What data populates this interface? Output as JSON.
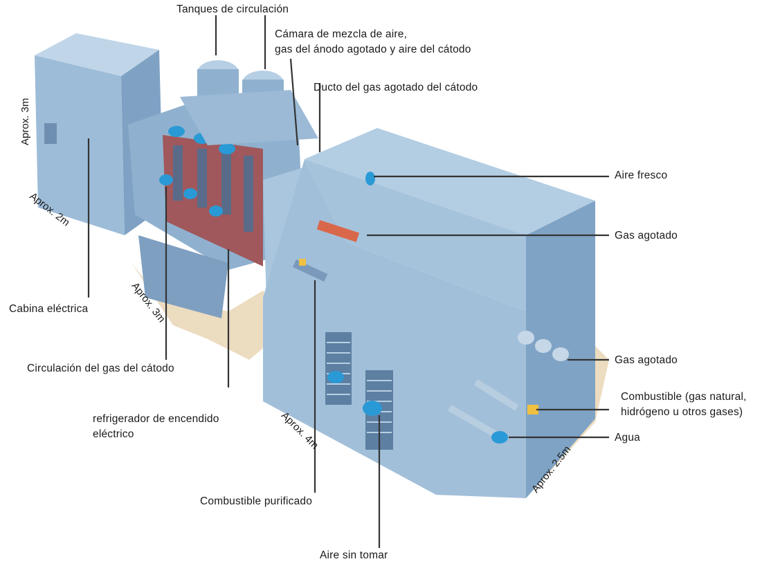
{
  "labels": {
    "tanques": "Tanques de circulación",
    "camara_line1": "Cámara de mezcla de aire,",
    "camara_line2": "gas del ánodo agotado y aire del cátodo",
    "ducto": "Ducto del gas agotado del cátodo",
    "aire_fresco": "Aire fresco",
    "gas_agotado_1": "Gas agotado",
    "gas_agotado_2": "Gas agotado",
    "combustible_line1": "Combustible (gas natural,",
    "combustible_line2": "hidrógeno u otros gases)",
    "agua": "Agua",
    "cabina": "Cabina eléctrica",
    "circulacion": "Circulación del gas del cátodo",
    "refrigerador_line1": "refrigerador de encendido",
    "refrigerador_line2": "eléctrico",
    "combustible_purificado": "Combustible purificado",
    "aire_sin_tomar": "Aire sin tomar"
  },
  "dimensions": {
    "alto_3m": "Aprox. 3m",
    "ancho_2m": "Aprox. 2m",
    "largo_3m": "Aprox. 3m",
    "largo_4m": "Aprox. 4m",
    "ancho_2_5m": "Aprox. 2.5m"
  },
  "colors": {
    "body_light": "#a9c6de",
    "body_mid": "#8fb1cf",
    "body_dark": "#6f93b6",
    "accent_blue": "#2a9ad6",
    "stack_red": "#9c5a5e",
    "shadow": "#e9d9bd",
    "leader": "#333333"
  }
}
